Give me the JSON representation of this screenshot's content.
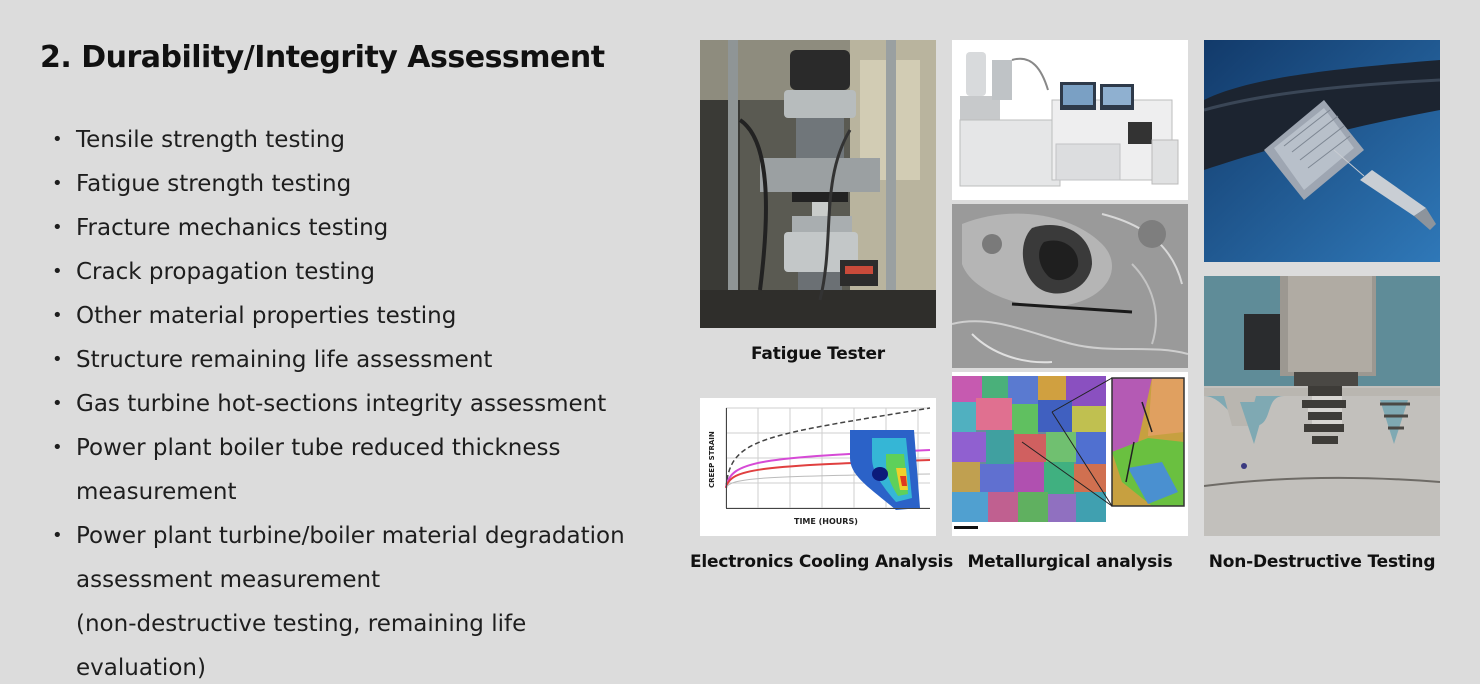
{
  "heading": "2. Durability/Integrity Assessment",
  "items": [
    {
      "text": "Tensile strength testing"
    },
    {
      "text": "Fatigue strength testing"
    },
    {
      "text": "Fracture mechanics testing"
    },
    {
      "text": "Crack propagation testing"
    },
    {
      "text": "Other material properties testing"
    },
    {
      "text": "Structure remaining life assessment"
    },
    {
      "text": "Gas turbine hot-sections integrity assessment"
    },
    {
      "text": "Power plant boiler tube reduced thickness",
      "cont": "measurement"
    },
    {
      "text": "Power plant turbine/boiler material degradation",
      "cont": "assessment measurement",
      "cont2": "(non-destructive testing, remaining life evaluation)"
    }
  ],
  "captions": {
    "fatigue": "Fatigue Tester",
    "cooling": "Electronics Cooling Analysis",
    "metallurgy": "Metallurgical analysis",
    "ndt": "Non-Destructive Testing"
  },
  "chart_labels": {
    "ylabel": "CREEP STRAIN",
    "xlabel": "TIME (HOURS)"
  }
}
